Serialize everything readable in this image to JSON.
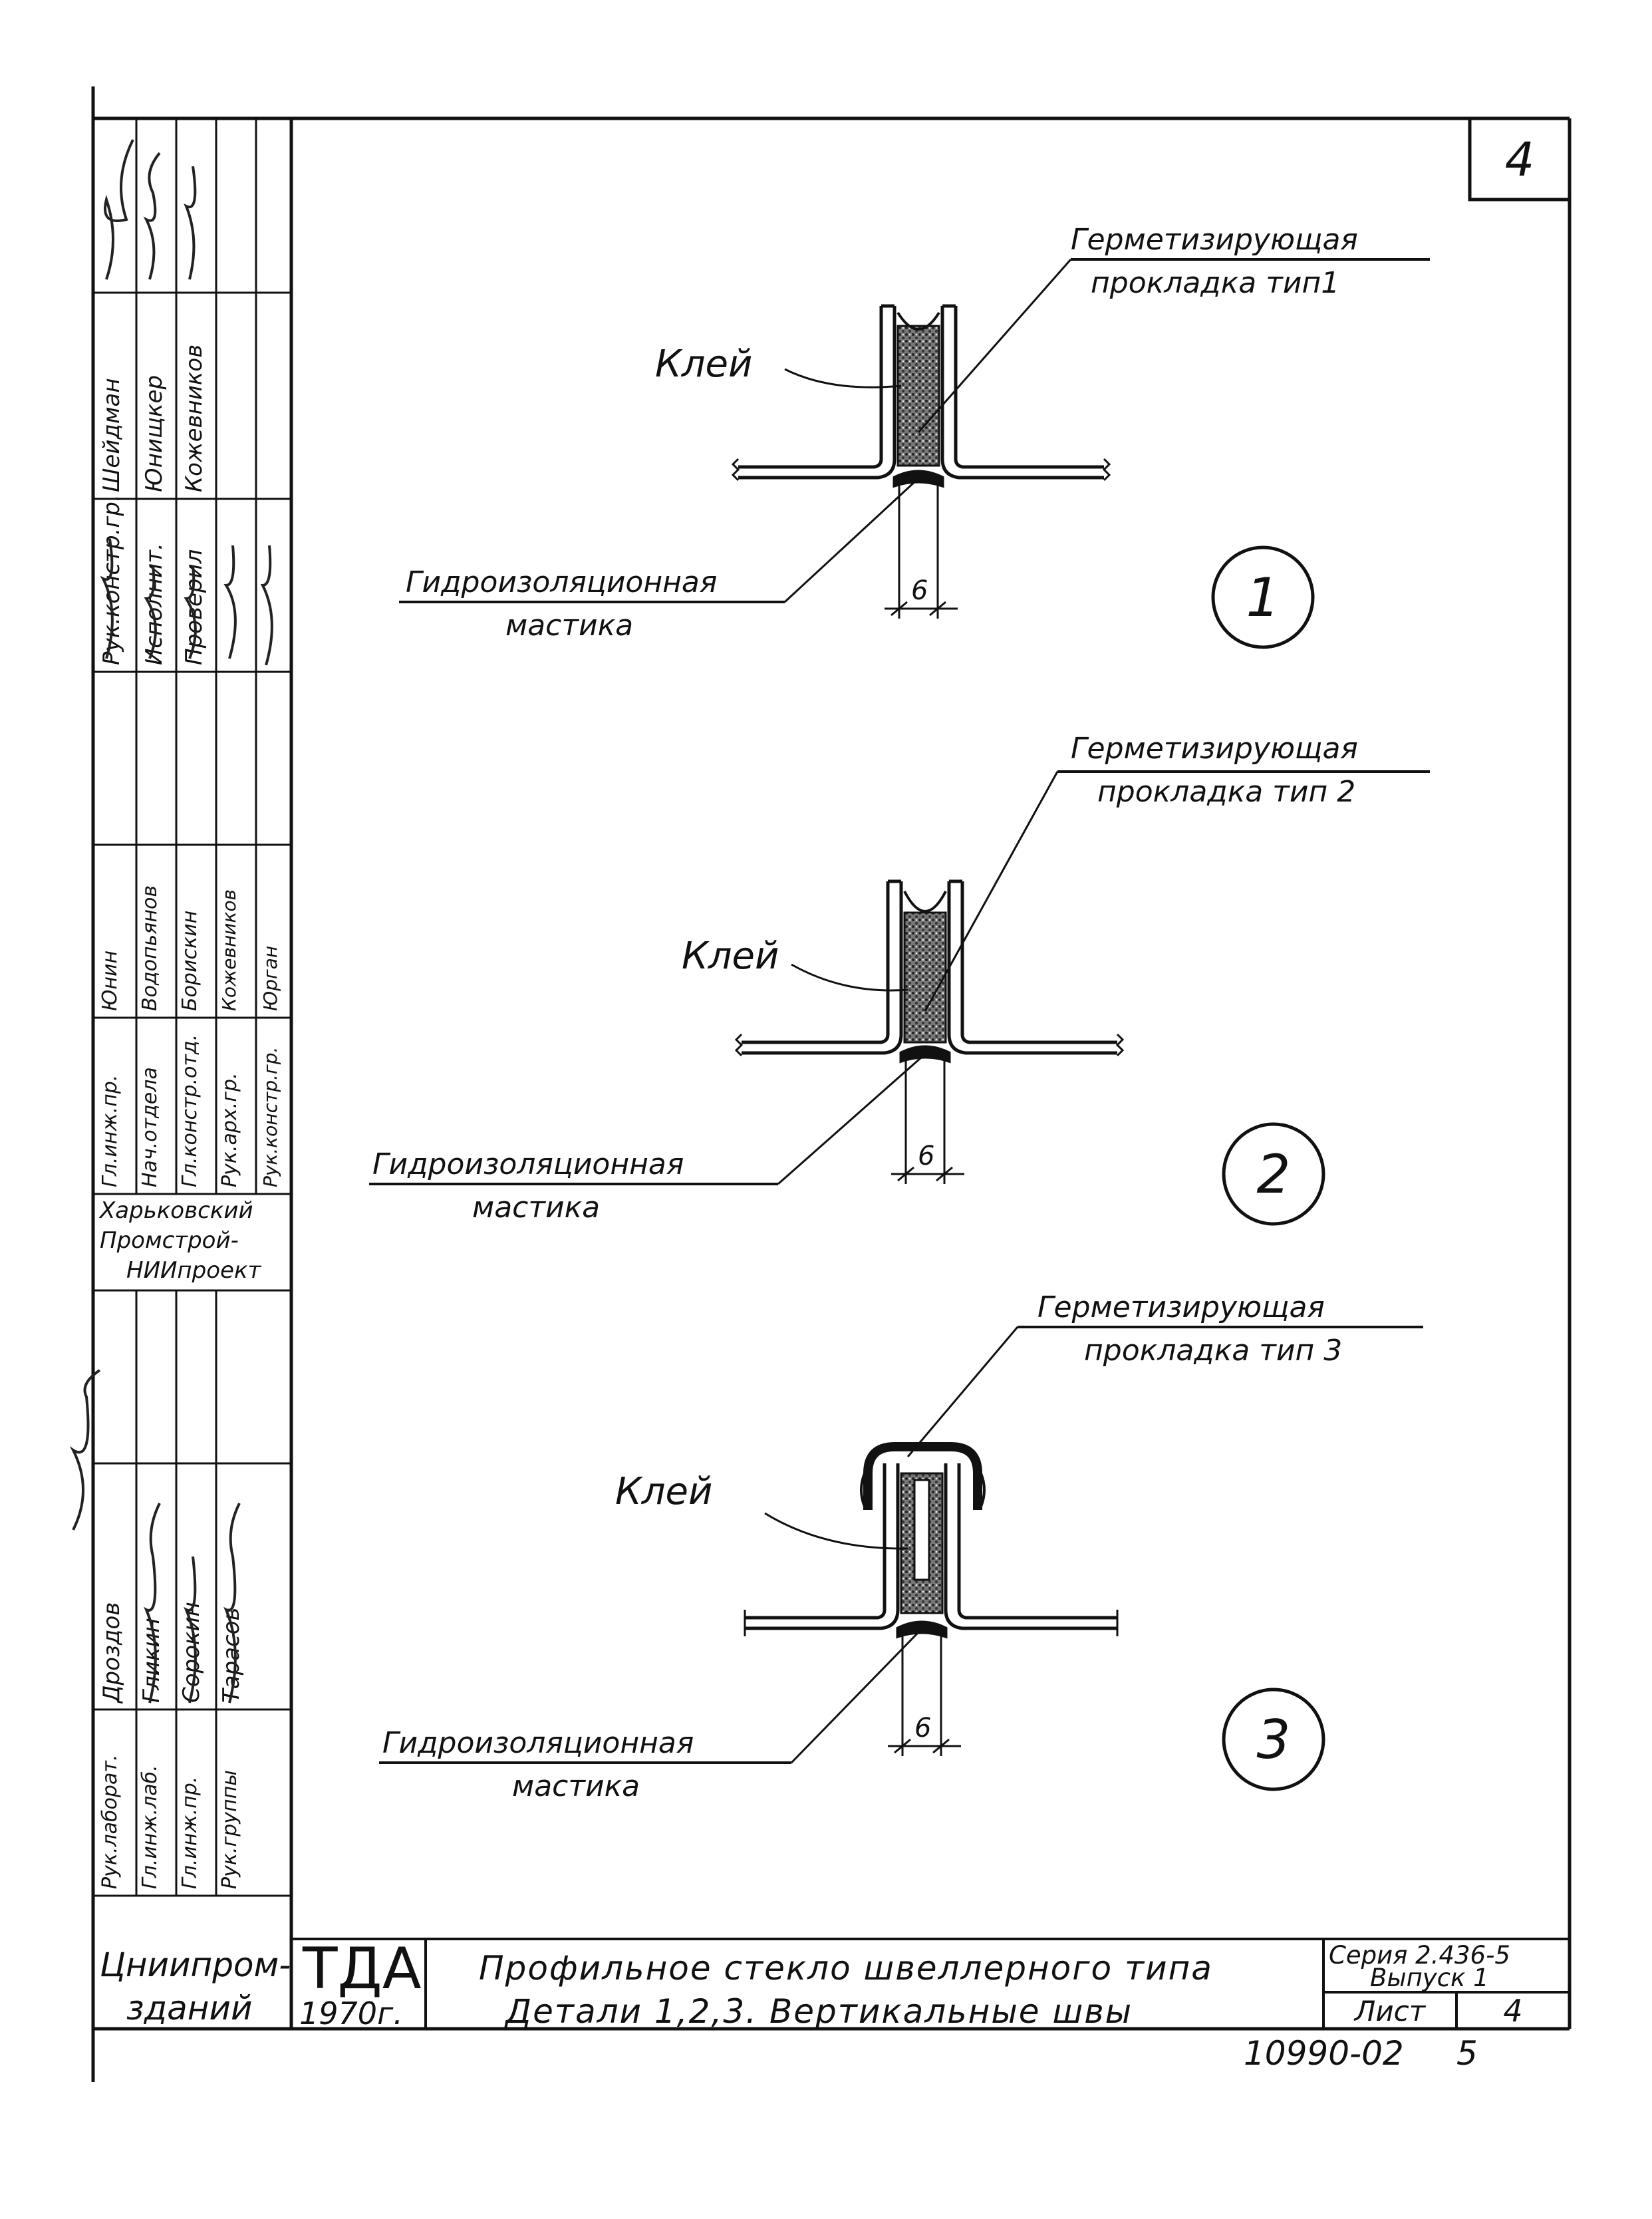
{
  "sheet_corner_number": "4",
  "details": [
    {
      "number": "1",
      "gasket_label_line1": "Герметизирующая",
      "gasket_label_line2": "прокладка тип1",
      "glue_label": "Клей",
      "mastic_label_line1": "Гидроизоляционная",
      "mastic_label_line2": "мастика",
      "dimension": "6"
    },
    {
      "number": "2",
      "gasket_label_line1": "Герметизирующая",
      "gasket_label_line2": "прокладка тип 2",
      "glue_label": "Клей",
      "mastic_label_line1": "Гидроизоляционная",
      "mastic_label_line2": "мастика",
      "dimension": "6"
    },
    {
      "number": "3",
      "gasket_label_line1": "Герметизирующая",
      "gasket_label_line2": "прокладка тип 3",
      "glue_label": "Клей",
      "mastic_label_line1": "Гидроизоляционная",
      "mastic_label_line2": "мастика",
      "dimension": "6"
    }
  ],
  "title_block": {
    "organization_line1": "Цниипром-",
    "organization_line2": "зданий",
    "doc_code": "ТДА",
    "year": "1970г.",
    "title_line1": "Профильное стекло швеллерного типа",
    "title_line2": "Детали 1,2,3. Вертикальные швы",
    "series_line1": "Серия 2.436-5",
    "series_line2": "Выпуск 1",
    "sheet_label": "Лист",
    "sheet_number": "4",
    "archive_number": "10990-02",
    "page_number": "5"
  },
  "side_stamp": {
    "institute_line1": "Харьковский",
    "institute_line2": "Промстрой-",
    "institute_line3": "НИИпроект",
    "upper_roles": [
      "Рук.констр.гр.",
      "Исполнит.",
      "Проверил"
    ],
    "upper_names": [
      "Шейдман",
      "Юнищкер",
      "Кожевников"
    ],
    "middle_roles": [
      "Гл.инж.пр.",
      "Нач.отдела",
      "Гл.констр.отд.",
      "Рук.арх.гр.",
      "Рук.констр.гр."
    ],
    "middle_names": [
      "Юнин",
      "Водопьянов",
      "Борискин",
      "Кожевников",
      "Юрган"
    ],
    "lower_roles": [
      "Рук.лаборат.",
      "Гл.инж.лаб.",
      "Гл.инж.пр.",
      "Рук.группы"
    ],
    "lower_names": [
      "Дроздов",
      "Гликин",
      "Сорокин",
      "Тарасов"
    ]
  }
}
